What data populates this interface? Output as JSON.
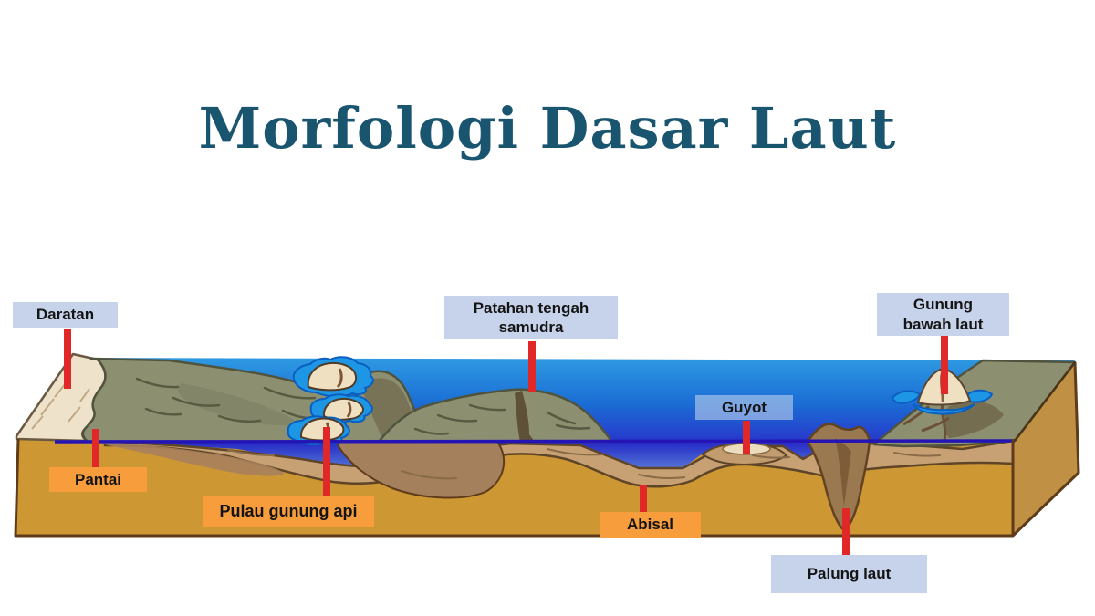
{
  "title": {
    "text": "Morfologi Dasar Laut"
  },
  "diagram": {
    "labels": {
      "daratan": {
        "text": "Daratan",
        "style": "blue"
      },
      "pantai": {
        "text": "Pantai",
        "style": "orange"
      },
      "pulau_gunung_api": {
        "text": "Pulau gunung api",
        "style": "orange"
      },
      "patahan_tengah_samudra": {
        "text": "Patahan tengah samudra",
        "style": "blue"
      },
      "guyot": {
        "text": "Guyot",
        "style": "blue-translucent"
      },
      "abisal": {
        "text": "Abisal",
        "style": "orange"
      },
      "palung_laut": {
        "text": "Palung laut",
        "style": "blue"
      },
      "gunung_bawah_laut": {
        "text": "Gunung bawah laut",
        "style": "blue"
      }
    },
    "colors": {
      "title_text": "#1a5570",
      "label_blue_bg": "#c7d3eb",
      "label_orange_bg": "#f89d3c",
      "pointer_red": "#e02828",
      "ocean_top": "#2e9ae2",
      "ocean_deep": "#2a2fc8",
      "sea_level_line": "#2414b5",
      "block_front": "#cd9833",
      "block_side": "#c09144",
      "seafloor_sand": "#c7a173",
      "sediment_brown": "#a5805d",
      "trench_brown": "#9a7951",
      "terrain_green": "#8d9070",
      "land_cream": "#eee3ca",
      "island_cream": "#f0e0c2",
      "island_splash": "#1e96e6"
    }
  }
}
